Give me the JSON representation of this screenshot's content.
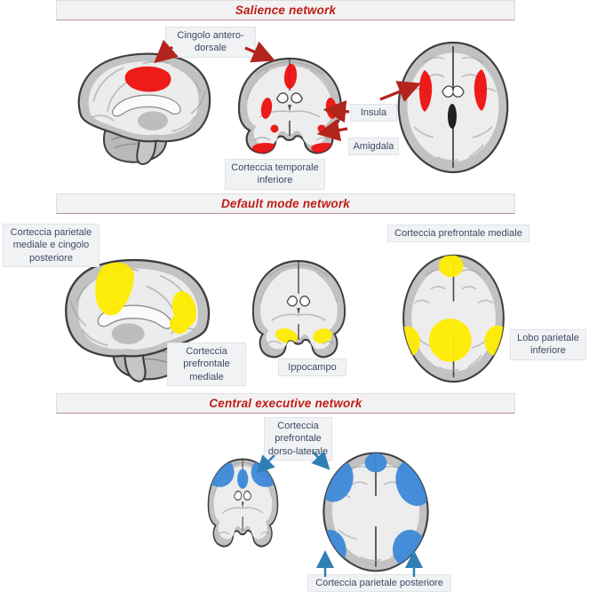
{
  "figure_title": "Triple network model brain figure",
  "sections": [
    {
      "id": "salience",
      "title": "Salience network",
      "highlight_color": "#ee1010",
      "views": "sagittal, coronal, axial",
      "labels": {
        "cingolo": "Cingolo antero-dorsale",
        "insula": "Insula",
        "amigdala": "Amigdala",
        "temporale": "Corteccia temporale inferiore"
      }
    },
    {
      "id": "default-mode",
      "title": "Default mode network",
      "highlight_color": "#ffec00",
      "views": "sagittal, coronal, axial",
      "labels": {
        "parietale_mediale": "Corteccia parietale mediale e cingolo posteriore",
        "prefrontale_mediale_axial": "Corteccia prefrontale mediale",
        "prefrontale_mediale_sagittale": "Corteccia prefrontale mediale",
        "ippocampo": "Ippocampo",
        "lobo_parietale": "Lobo parietale inferiore"
      }
    },
    {
      "id": "central-executive",
      "title": "Central executive network",
      "highlight_color": "#3e8ad8",
      "views": "coronal, axial",
      "labels": {
        "dorsolaterale": "Corteccia prefrontale dorso-laterale",
        "parietale_posteriore": "Corteccia parietale posteriore"
      }
    }
  ],
  "colors": {
    "c-salience": "#ee1010",
    "c-dmn": "#ffec00",
    "c-cen": "#3e8ad8",
    "c-arrow-red": "#b3241c",
    "c-arrow-blue": "#2f7fb5",
    "c-title": "#bf1c17",
    "c-label-text": "#3c4a63",
    "c-label-bg": "#f1f2f4",
    "c-titlebar-bg": "#f2f2f2"
  }
}
